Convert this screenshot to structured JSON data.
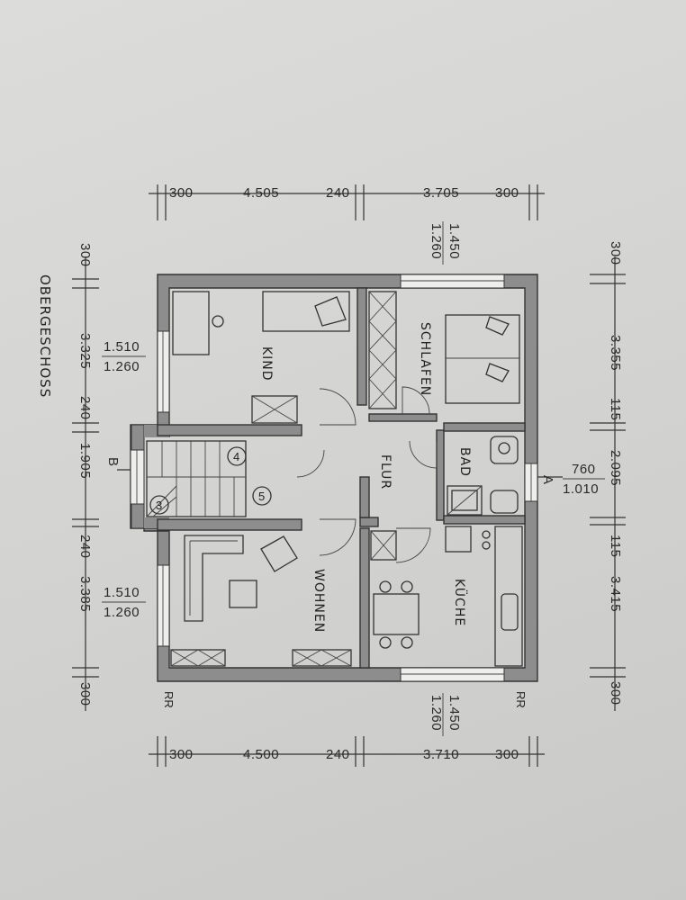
{
  "floor_title": "OBERGESCHOSS",
  "rooms": {
    "kind": "KIND",
    "schlafen": "SCHLAFEN",
    "bad": "BAD",
    "flur": "FLUR",
    "wohnen": "WOHNEN",
    "kueche": "KÜCHE"
  },
  "dimensions": {
    "top": [
      "300",
      "4.505",
      "240",
      "3.705",
      "300"
    ],
    "bottom": [
      "300",
      "4.500",
      "240",
      "3.710",
      "300"
    ],
    "left": [
      "300",
      "3.325",
      "240",
      "1.905",
      "240",
      "3.385",
      "300"
    ],
    "right": [
      "300",
      "3.355",
      "115",
      "2.095",
      "115",
      "3.415",
      "300"
    ]
  },
  "window_sizes": {
    "top_center": [
      "1.450",
      "1.260"
    ],
    "bottom_center": [
      "1.450",
      "1.260"
    ],
    "left_upper": [
      "1.510",
      "1.260"
    ],
    "left_lower": [
      "1.510",
      "1.260"
    ],
    "right_mid": [
      "760",
      "1.010"
    ]
  },
  "section_marks": {
    "a": "A",
    "b": "B"
  },
  "stair_steps": [
    "3",
    "4",
    "5"
  ],
  "rr_mark": "RR"
}
